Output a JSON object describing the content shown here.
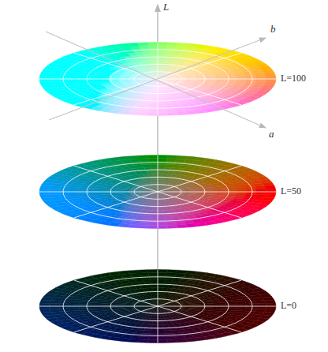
{
  "diagram": {
    "labels": [
      "L",
      "b",
      "a",
      "L=100",
      "L=50",
      "L=0"
    ]
  }
}
